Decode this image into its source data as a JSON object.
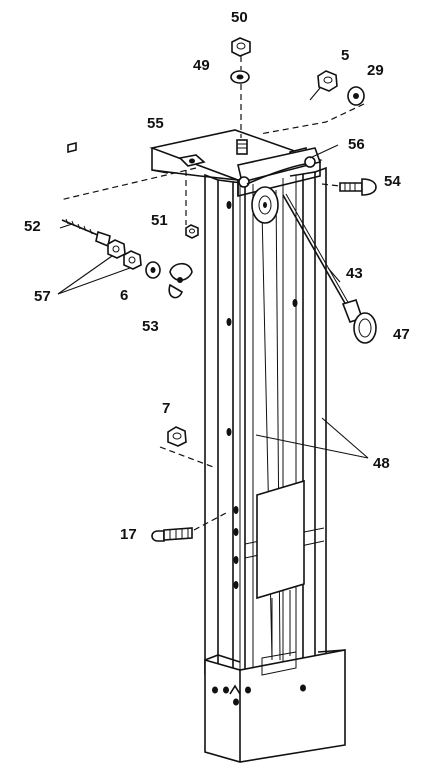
{
  "callouts": {
    "c50": "50",
    "c49": "49",
    "c5": "5",
    "c29": "29",
    "c55": "55",
    "c56": "56",
    "c54": "54",
    "c52": "52",
    "c51": "51",
    "c43": "43",
    "c57": "57",
    "c6": "6",
    "c53": "53",
    "c47": "47",
    "c7": "7",
    "c48": "48",
    "c17": "17"
  }
}
